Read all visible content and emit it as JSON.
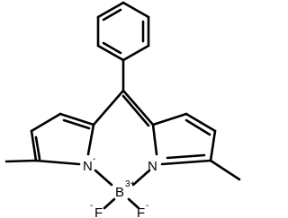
{
  "molecule": {
    "atoms": {
      "n_left": "N",
      "n_left_charge": "-",
      "n_right": "N",
      "boron": "B",
      "boron_charge": "3+",
      "f_left": "F",
      "f_left_charge": "-",
      "f_right": "F",
      "f_right_charge": "-"
    }
  }
}
